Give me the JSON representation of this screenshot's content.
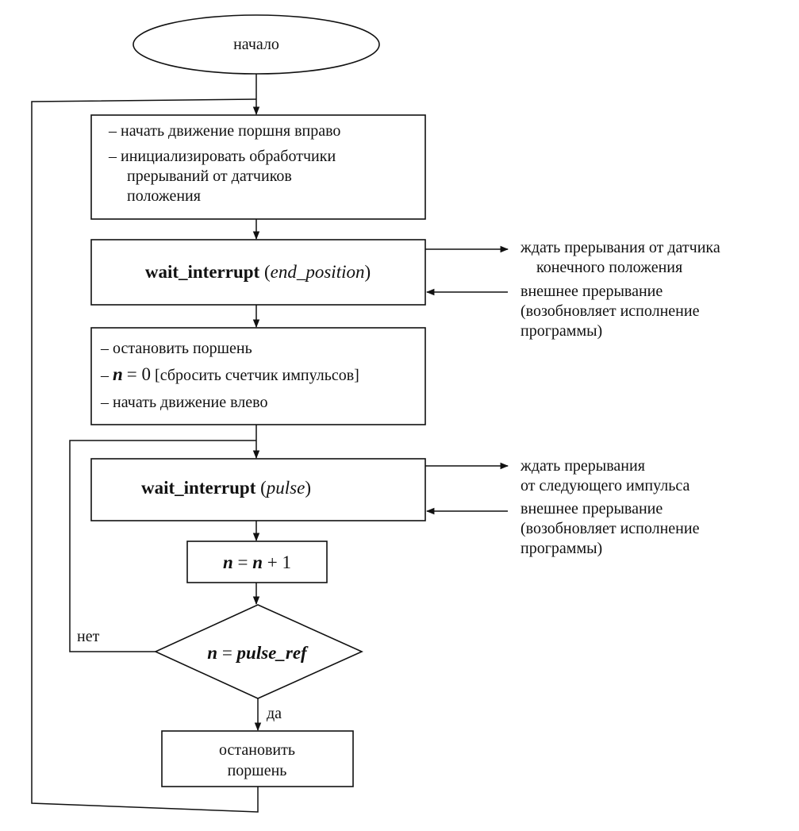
{
  "start": {
    "label": "начало"
  },
  "block1": {
    "lines": [
      "– начать движение поршня вправо",
      "– инициализировать обработчики",
      "прерываний от датчиков",
      "положения"
    ]
  },
  "wait1": {
    "func": "wait_interrupt",
    "arg": "end_position"
  },
  "note1": {
    "wait": [
      "ждать прерывания от датчика",
      "конечного положения"
    ],
    "resume": [
      "внешнее прерывание",
      "(возобновляет исполнение",
      "программы)"
    ]
  },
  "block2": {
    "line1": "– остановить поршень",
    "line2_dash": "–",
    "line2_var": "n",
    "line2_eq": "= 0",
    "line2_note": "[сбросить счетчик импульсов]",
    "line3": "– начать движение влево"
  },
  "wait2": {
    "func": "wait_interrupt",
    "arg": "pulse"
  },
  "note2": {
    "wait": [
      "ждать прерывания",
      "от следующего импульса"
    ],
    "resume": [
      "внешнее прерывание",
      "(возобновляет исполнение",
      "программы)"
    ]
  },
  "increment": {
    "var1": "n",
    "eq": " = ",
    "var2": "n",
    "plus": " + 1"
  },
  "decision": {
    "var": "n",
    "eq": " = ",
    "ref": "pulse_ref",
    "no_label": "нет",
    "yes_label": "да"
  },
  "stop": {
    "lines": [
      "остановить",
      "поршень"
    ]
  }
}
